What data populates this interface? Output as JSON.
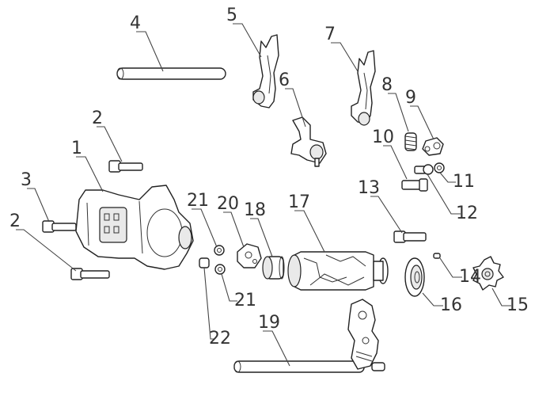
{
  "callouts": [
    {
      "id": "1",
      "text": "1"
    },
    {
      "id": "2a",
      "text": "2"
    },
    {
      "id": "2b",
      "text": "2"
    },
    {
      "id": "3",
      "text": "3"
    },
    {
      "id": "4",
      "text": "4"
    },
    {
      "id": "5",
      "text": "5"
    },
    {
      "id": "6",
      "text": "6"
    },
    {
      "id": "7",
      "text": "7"
    },
    {
      "id": "8",
      "text": "8"
    },
    {
      "id": "9",
      "text": "9"
    },
    {
      "id": "10",
      "text": "10"
    },
    {
      "id": "11",
      "text": "11"
    },
    {
      "id": "12",
      "text": "12"
    },
    {
      "id": "13",
      "text": "13"
    },
    {
      "id": "14",
      "text": "14"
    },
    {
      "id": "15",
      "text": "15"
    },
    {
      "id": "16",
      "text": "16"
    },
    {
      "id": "17",
      "text": "17"
    },
    {
      "id": "18",
      "text": "18"
    },
    {
      "id": "19",
      "text": "19"
    },
    {
      "id": "20",
      "text": "20"
    },
    {
      "id": "21a",
      "text": "21"
    },
    {
      "id": "21b",
      "text": "21"
    },
    {
      "id": "22",
      "text": "22"
    }
  ]
}
